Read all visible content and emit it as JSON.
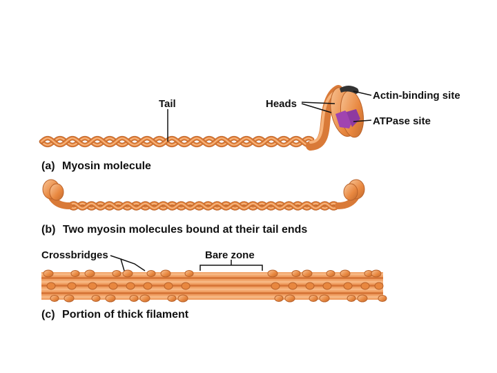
{
  "panel_a": {
    "caption_letter": "(a)",
    "caption_text": "Myosin molecule",
    "label_tail": "Tail",
    "label_heads": "Heads",
    "label_actin": "Actin-binding site",
    "label_atpase": "ATPase site"
  },
  "panel_b": {
    "caption_letter": "(b)",
    "caption_text": "Two myosin molecules bound at their tail ends"
  },
  "panel_c": {
    "caption_letter": "(c)",
    "caption_text": "Portion of thick filament",
    "label_crossbridges": "Crossbridges",
    "label_bare_zone": "Bare zone"
  },
  "colors": {
    "strand": "#e8873f",
    "strand_light": "#f6b27a",
    "strand_dark": "#b9622a",
    "atpase": "#a044b0",
    "actin_site": "#333333"
  }
}
